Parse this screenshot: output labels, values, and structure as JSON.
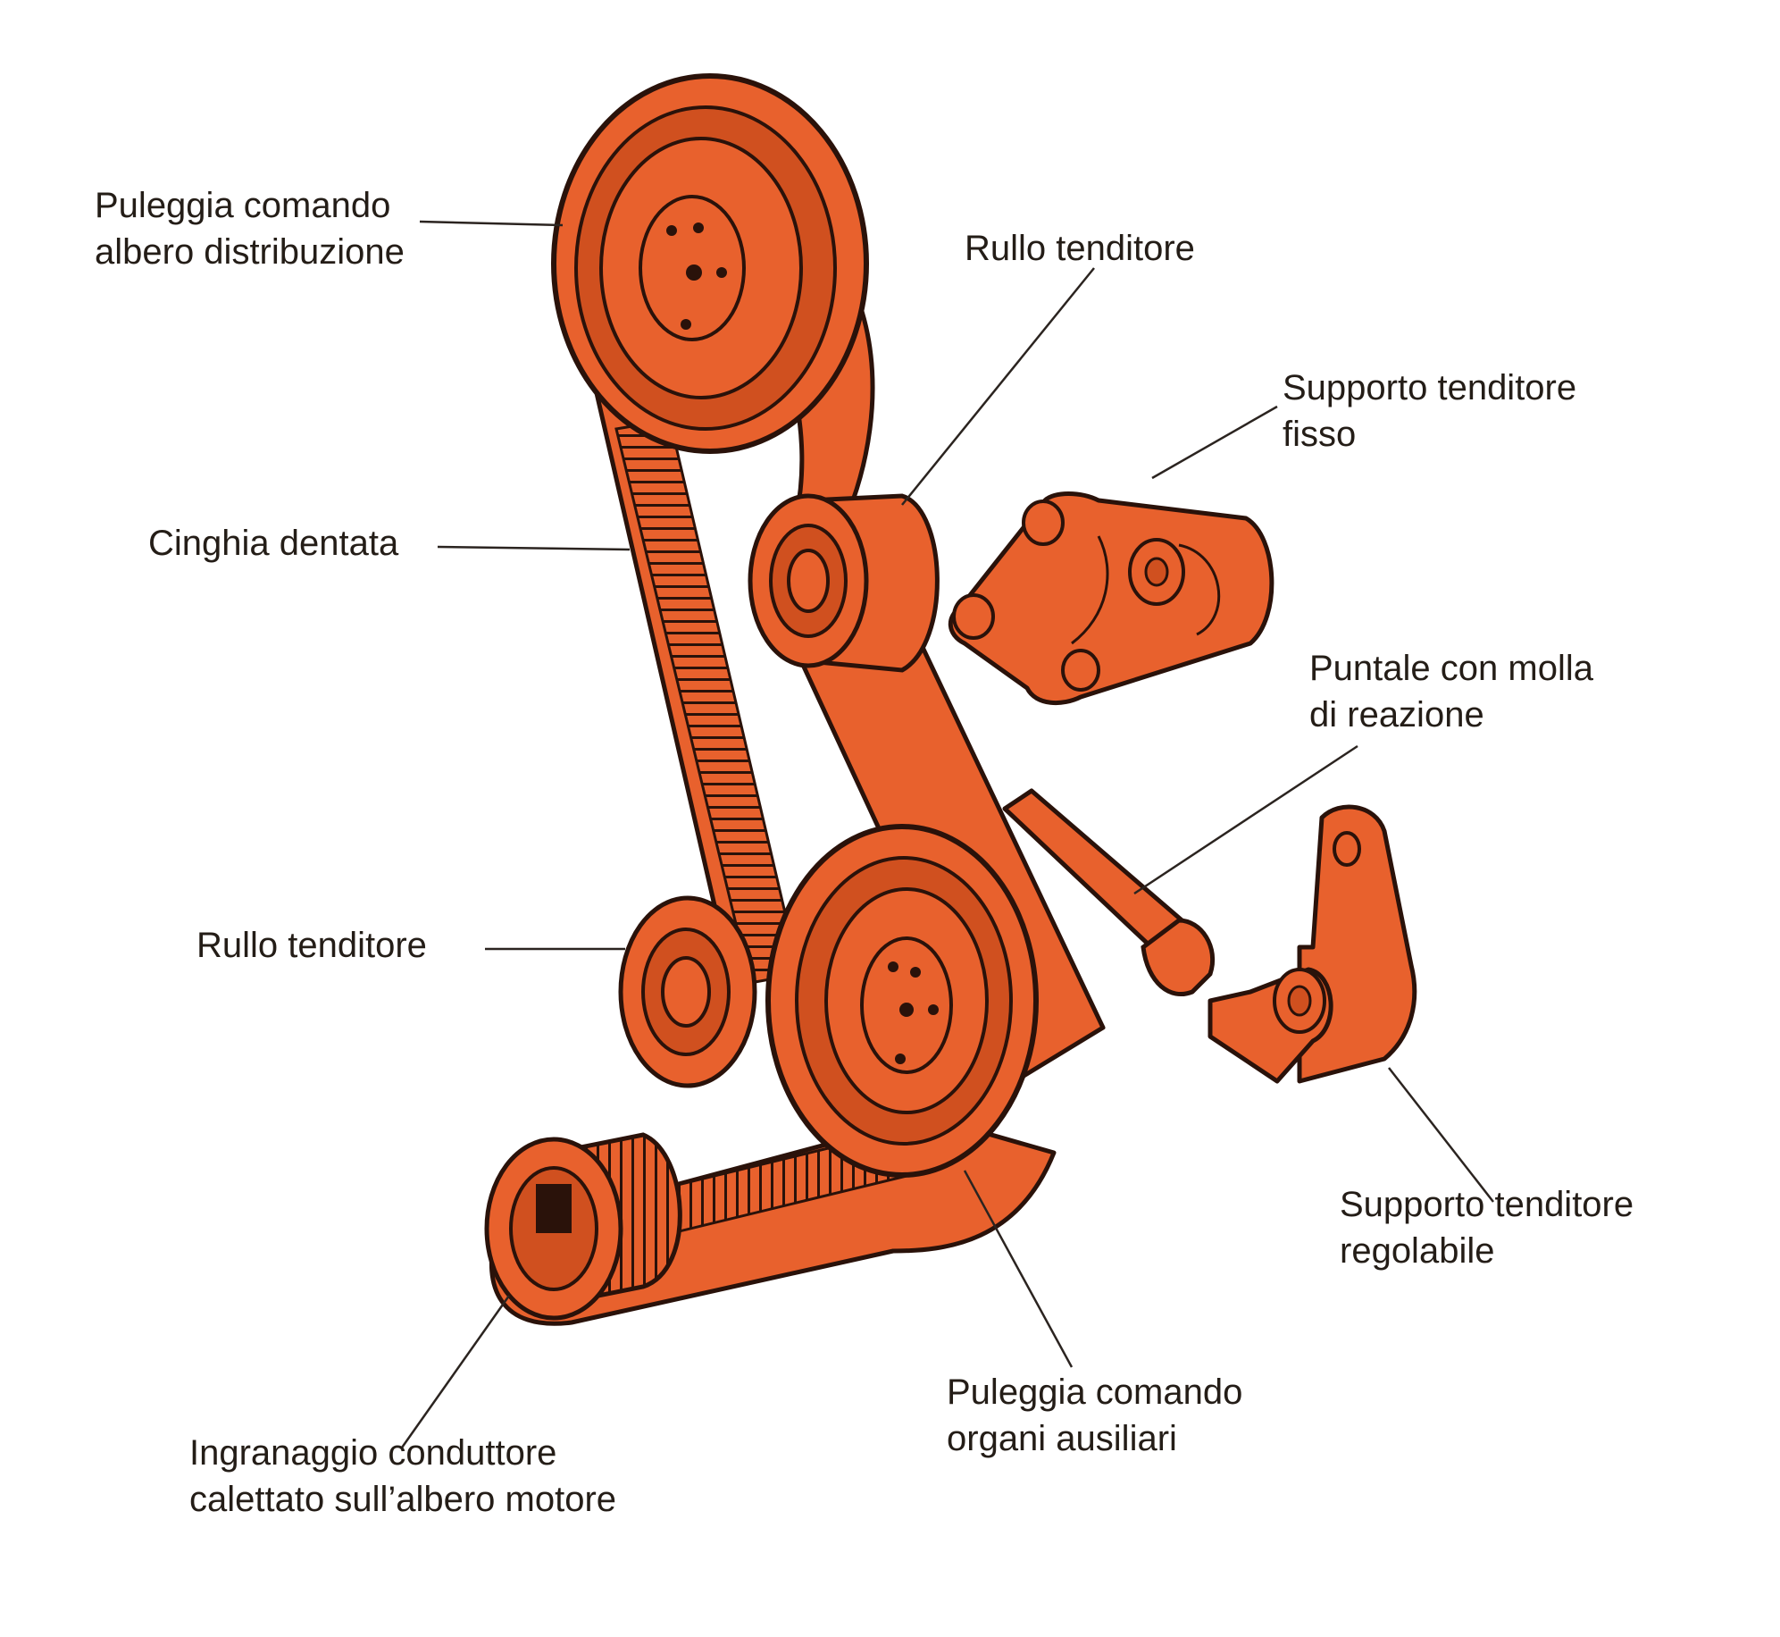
{
  "colors": {
    "part_fill": "#e8612d",
    "part_shade": "#d0501f",
    "outline": "#2a120a",
    "leader_line": "#2b2420",
    "text": "#241d17"
  },
  "labels": {
    "cam_pulley": {
      "line1": "Puleggia comando",
      "line2": "albero distribuzione"
    },
    "upper_tensioner_roller": {
      "line1": "Rullo tenditore"
    },
    "fixed_tensioner_support": {
      "line1": "Supporto tenditore",
      "line2": "fisso"
    },
    "toothed_belt": {
      "line1": "Cinghia dentata"
    },
    "spring_plunger": {
      "line1": "Puntale con molla",
      "line2": "di reazione"
    },
    "lower_tensioner_roller": {
      "line1": "Rullo tenditore"
    },
    "adjustable_tensioner_support": {
      "line1": "Supporto tenditore",
      "line2": "regolabile"
    },
    "auxiliary_pulley": {
      "line1": "Puleggia comando",
      "line2": "organi ausiliari"
    },
    "crank_gear": {
      "line1": "Ingranaggio conduttore",
      "line2": "calettato sull’albero motore"
    }
  }
}
